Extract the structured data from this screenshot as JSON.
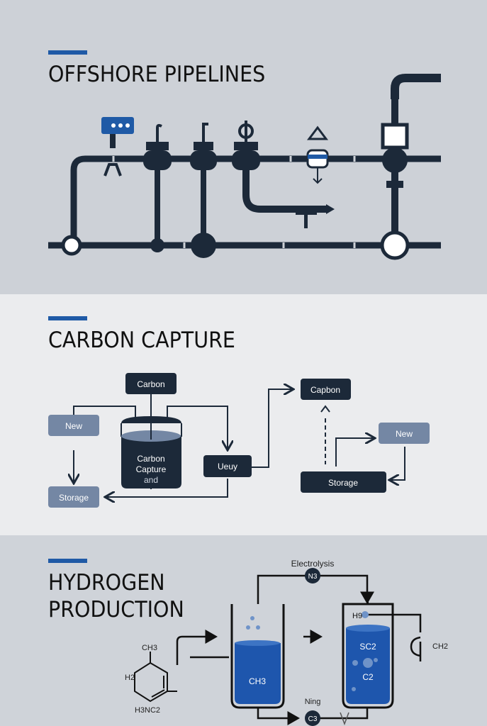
{
  "colors": {
    "navy": "#1c2939",
    "accent": "#1f5aa6",
    "slate": "#7487a4",
    "liquid": "#1e56ad"
  },
  "offshore": {
    "title": "OFFSHORE PIPELINES"
  },
  "carbon": {
    "title": "CARBON CAPTURE",
    "top_box": "Carbon",
    "new_left": "New",
    "storage_left": "Storage",
    "tank_line1": "Carbon",
    "tank_line2": "Capture",
    "tank_line3": "and",
    "mid_box": "Ueuy",
    "right_top": "Capbon",
    "new_right": "New",
    "storage_right": "Storage"
  },
  "hydrogen": {
    "title_line1": "HYDROGEN",
    "title_line2": "PRODUCTION",
    "electrolysis": "Electrolysis",
    "top_node": "N3",
    "bottom_label": "Ning",
    "bottom_node": "C3",
    "mol_ch3": "CH3",
    "mol_h2": "H2",
    "mol_h3nc2": "H3NC2",
    "tank1_label": "CH3",
    "tank2_h": "H9",
    "tank2_sc": "SC2",
    "tank2_c": "C2",
    "right_label": "CH2"
  }
}
